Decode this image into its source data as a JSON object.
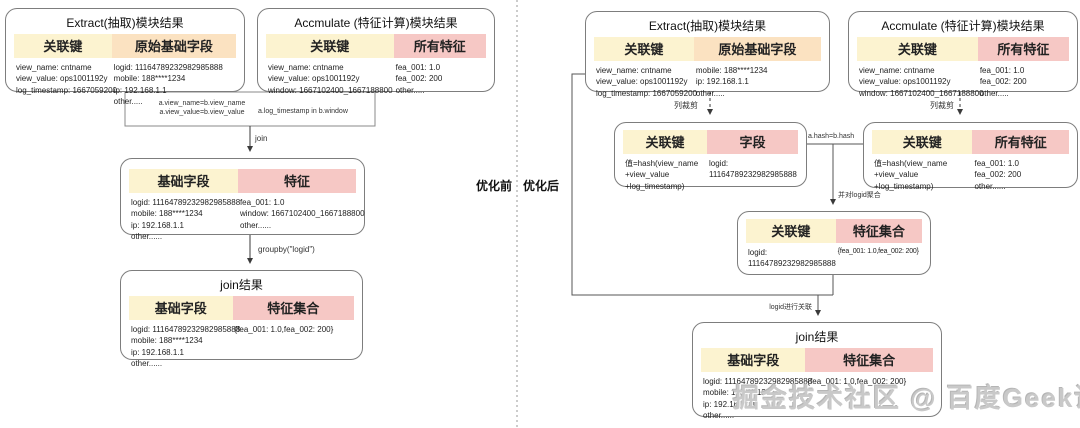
{
  "watermark": "掘金技术社区 @ 百度Geek说",
  "divider": {
    "before": "优化前",
    "after": "优化后"
  },
  "colors": {
    "header_yellow": "#fcf3d0",
    "header_orange": "#fbe2c1",
    "header_pink": "#f6c8c5",
    "box_border": "#7d7d7d"
  },
  "before": {
    "extract": {
      "title": "Extract(抽取)模块结果",
      "key_col": {
        "header": "关联键",
        "body": "view_name: cntname\nview_value: ops1001192y\nlog_timestamp: 1667059200"
      },
      "field_col": {
        "header": "原始基础字段",
        "body": "logid: 11164789232982985888\nmobile: 188****1234\nip: 192.168.1.1\nother....."
      }
    },
    "accmulate": {
      "title": "Accmulate (特征计算)模块结果",
      "key_col": {
        "header": "关联键",
        "body": "view_name: cntname\nview_value: ops1001192y\nwindow: 1667102400_1667188800"
      },
      "feat_col": {
        "header": "所有特征",
        "body": "fea_001: 1.0\nfea_002: 200\nother....."
      }
    },
    "join_condition_left": "a.view_name=b.view_name\na.view_value=b.view_value",
    "join_condition_right": "a.log_timestamp in b.window",
    "join_arrow_label": "join",
    "joined": {
      "base_col": {
        "header": "基础字段",
        "body": "logid: 11164789232982985888\nmobile: 188****1234\nip: 192.168.1.1\nother......"
      },
      "feat_col": {
        "header": "特征",
        "body": "fea_001: 1.0\nwindow: 1667102400_1667188800\nother......"
      }
    },
    "groupby_arrow_label": "groupby(\"logid\")",
    "join_result": {
      "title": "join结果",
      "base_col": {
        "header": "基础字段",
        "body": "logid: 11164789232982985888\nmobile: 188****1234\nip: 192.168.1.1\nother......"
      },
      "featset_col": {
        "header": "特征集合",
        "body": "{fea_001: 1.0,fea_002: 200}"
      }
    }
  },
  "after": {
    "extract": {
      "title": "Extract(抽取)模块结果",
      "key_col": {
        "header": "关联键",
        "body": "view_name: cntname\nview_value: ops1001192y\nlog_timestamp: 1667059200"
      },
      "field_col": {
        "header": "原始基础字段",
        "body": "mobile: 188****1234\nip: 192.168.1.1\nother....."
      }
    },
    "accmulate": {
      "title": "Accmulate (特征计算)模块结果",
      "key_col": {
        "header": "关联键",
        "body": "view_name: cntname\nview_value: ops1001192y\nwindow: 1667102400_1667188800"
      },
      "feat_col": {
        "header": "所有特征",
        "body": "fea_001: 1.0\nfea_002: 200\nother....."
      }
    },
    "prune_label_left": "列裁剪",
    "prune_label_right": "列裁剪",
    "hash_key_box": {
      "key_col": {
        "header": "关联键",
        "body": "值=hash(view_name\n+view_value\n+log_timestamp)"
      },
      "field_col": {
        "header": "字段",
        "body": "logid:\n11164789232982985888"
      }
    },
    "hash_feat_box": {
      "key_col": {
        "header": "关联键",
        "body": "值=hash(view_name\n+view_value\n+log_timestamp)"
      },
      "feat_col": {
        "header": "所有特征",
        "body": "fea_001: 1.0\nfea_002: 200\nother......"
      }
    },
    "hash_join_label": "a.hash=b.hash",
    "aggregate_label": "并对logid聚合",
    "agg_result": {
      "key_col": {
        "header": "关联键",
        "body": "logid:\n11164789232982985888"
      },
      "featset_col": {
        "header": "特征集合",
        "body": "{fea_001: 1.0,fea_002: 200}"
      }
    },
    "logid_join_label": "logid进行关联",
    "join_result": {
      "title": "join结果",
      "base_col": {
        "header": "基础字段",
        "body": "logid: 11164789232982985888\nmobile: 188****1234\nip: 192.168.1.1\nother......"
      },
      "featset_col": {
        "header": "特征集合",
        "body": "{fea_001: 1.0,fea_002: 200}"
      }
    }
  }
}
